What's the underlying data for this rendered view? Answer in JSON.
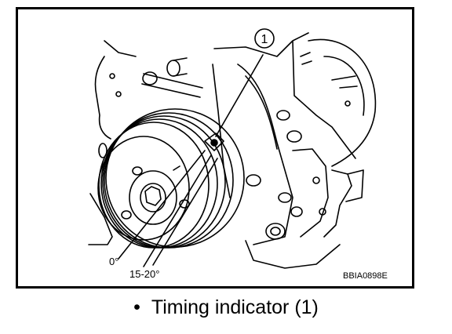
{
  "callouts": [
    {
      "number": "1"
    }
  ],
  "angle_labels": {
    "zero": "0°",
    "range": "15-20°"
  },
  "figure_code": "BBIA0898E",
  "caption": {
    "bullet": "•",
    "text": "Timing indicator (1)"
  }
}
